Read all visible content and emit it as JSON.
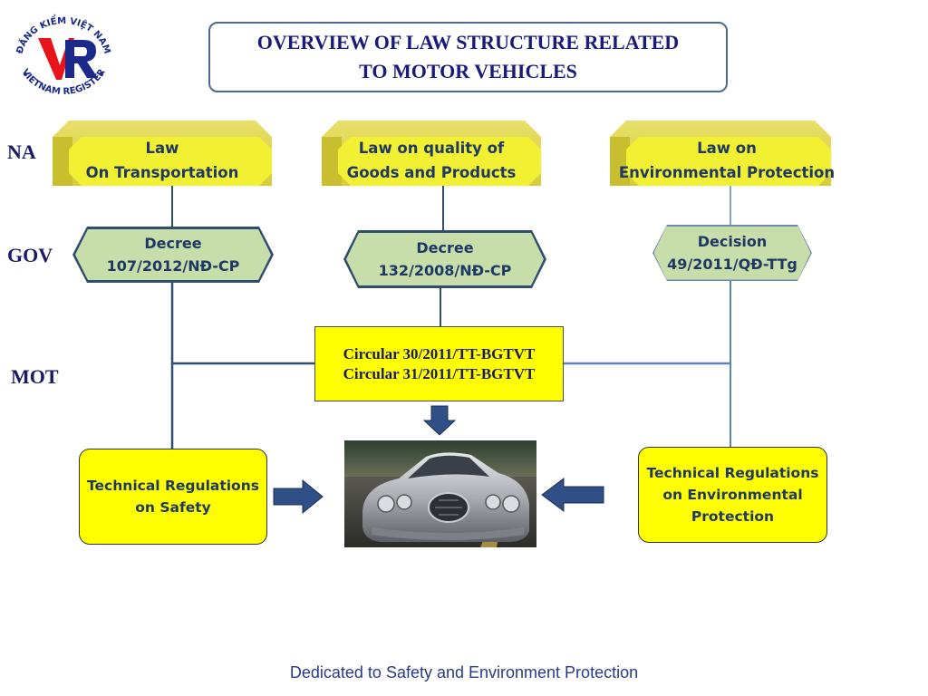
{
  "logo": {
    "top_text": "ĐĂNG KIỂM VIỆT NAM",
    "bottom_text": "VIETNAM REGISTER",
    "monogram": "VR",
    "colors": {
      "red": "#e8141c",
      "blue": "#1b2a8a"
    }
  },
  "title": {
    "line1": "OVERVIEW OF LAW STRUCTURE RELATED",
    "line2": "TO MOTOR VEHICLES"
  },
  "row_labels": {
    "na": "NA",
    "gov": "GOV",
    "mot": "MOT"
  },
  "laws": [
    {
      "text": "Law\nOn Transportation"
    },
    {
      "text": "Law on quality of\nGoods and Products"
    },
    {
      "text": "Law on\nEnvironmental Protection"
    }
  ],
  "decrees": [
    {
      "text": "Decree\n107/2012/NĐ-CP"
    },
    {
      "text": "Decree\n132/2008/NĐ-CP"
    },
    {
      "text": "Decision\n49/2011/QĐ-TTg"
    }
  ],
  "circular": {
    "text": "Circular 30/2011/TT-BGTVT\nCircular 31/2011/TT-BGTVT"
  },
  "tech_regs": {
    "safety": "Technical Regulations\non Safety",
    "environment": "Technical Regulations\non Environmental\nProtection"
  },
  "footer": "Dedicated to Safety and Environment Protection",
  "colors": {
    "connector": "#2f4d6e",
    "connector_light": "#5b86b8",
    "arrow": "#2f4f86",
    "yellow": "#ffff00",
    "green": "#c7deaa"
  }
}
